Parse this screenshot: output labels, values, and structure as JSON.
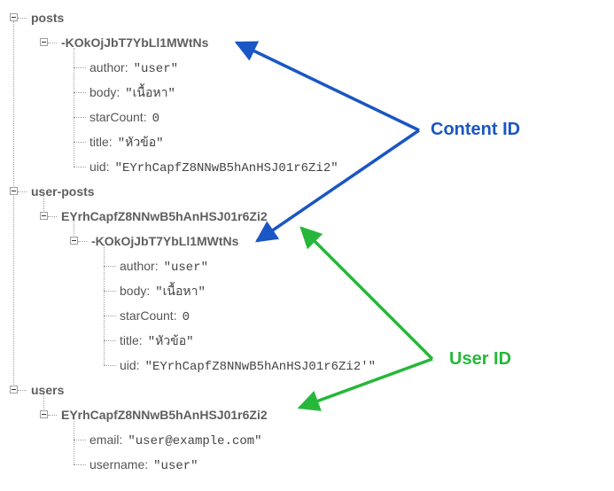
{
  "tree": {
    "posts": {
      "key": "posts",
      "post_id": "-KOkOjJbT7YbLl1MWtNs",
      "fields": [
        {
          "key": "author:",
          "value": "\"user\""
        },
        {
          "key": "body:",
          "value": "\"เนื้อหา\""
        },
        {
          "key": "starCount:",
          "value": "0"
        },
        {
          "key": "title:",
          "value": "\"หัวข้อ\""
        },
        {
          "key": "uid:",
          "value": "\"EYrhCapfZ8NNwB5hAnHSJ01r6Zi2\""
        }
      ]
    },
    "user_posts": {
      "key": "user-posts",
      "user_id": "EYrhCapfZ8NNwB5hAnHSJ01r6Zi2",
      "post_id": "-KOkOjJbT7YbLl1MWtNs",
      "fields": [
        {
          "key": "author:",
          "value": "\"user\""
        },
        {
          "key": "body:",
          "value": "\"เนื้อหา\""
        },
        {
          "key": "starCount:",
          "value": "0"
        },
        {
          "key": "title:",
          "value": "\"หัวข้อ\""
        },
        {
          "key": "uid:",
          "value": "\"EYrhCapfZ8NNwB5hAnHSJ01r6Zi2'\""
        }
      ]
    },
    "users": {
      "key": "users",
      "user_id": "EYrhCapfZ8NNwB5hAnHSJ01r6Zi2",
      "fields": [
        {
          "key": "email:",
          "value": "\"user@example.com\""
        },
        {
          "key": "username:",
          "value": "\"user\""
        }
      ]
    }
  },
  "annotations": {
    "content_id": {
      "label": "Content ID",
      "color": "#1a56c4"
    },
    "user_id": {
      "label": "User ID",
      "color": "#27b73a"
    }
  }
}
